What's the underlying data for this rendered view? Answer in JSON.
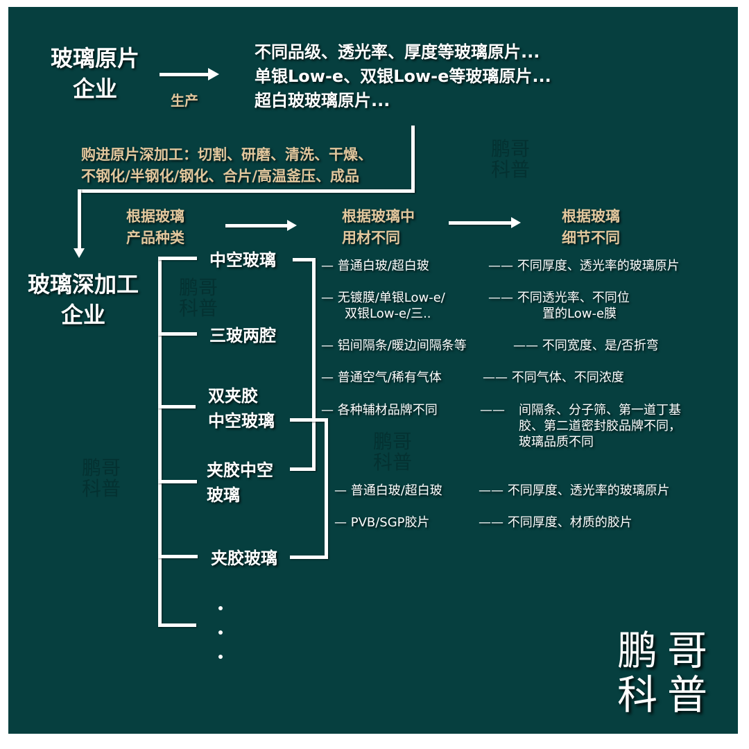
{
  "colors": {
    "background": "#063f3f",
    "text_primary": "#ffffff",
    "text_accent": "#e2c79d",
    "page_border": "#ffffff"
  },
  "top": {
    "source_company": [
      "玻璃原片",
      "企业"
    ],
    "produce_label": "生产",
    "products": [
      "不同品级、透光率、厚度等玻璃原片...",
      "单银Low-e、双银Low-e等玻璃原片...",
      "超白玻玻璃原片..."
    ],
    "process_label": [
      "购进原片深加工：切割、研磨、清洗、干燥、",
      "不钢化/半钢化/钢化、合片/高温釜压、成品"
    ]
  },
  "deep_company": [
    "玻璃深加工",
    "企业"
  ],
  "classification_headers": [
    {
      "lines": [
        "根据玻璃",
        "产品种类"
      ]
    },
    {
      "lines": [
        "根据玻璃中",
        "用材不同"
      ]
    },
    {
      "lines": [
        "根据玻璃",
        "细节不同"
      ]
    }
  ],
  "product_types": [
    {
      "lines": [
        "中空玻璃"
      ]
    },
    {
      "lines": [
        "三玻两腔"
      ]
    },
    {
      "lines": [
        "双夹胶",
        "中空玻璃"
      ]
    },
    {
      "lines": [
        "夹胶中空",
        "玻璃"
      ]
    },
    {
      "lines": [
        "夹胶玻璃"
      ]
    }
  ],
  "ellipsis_dots": [
    "•",
    "•",
    "•"
  ],
  "insulated_glass_details": [
    {
      "material": [
        "— 普通白玻/超白玻"
      ],
      "detail": [
        "—— 不同厚度、透光率的玻璃原片"
      ]
    },
    {
      "material": [
        "— 无镀膜/单银Low-e/",
        "双银Low-e/三.."
      ],
      "detail": [
        "—— 不同透光率、不同位",
        "置的Low-e膜"
      ]
    },
    {
      "material": [
        "— 铝间隔条/暖边间隔条等"
      ],
      "detail": [
        "—— 不同宽度、是/否折弯"
      ]
    },
    {
      "material": [
        "— 普通空气/稀有气体"
      ],
      "detail": [
        "—— 不同气体、不同浓度"
      ]
    },
    {
      "material": [
        "— 各种辅材品牌不同"
      ],
      "detail": [
        "—— ",
        "间隔条、分子筛、第一道丁基",
        "胶、第二道密封胶品牌不同，",
        "玻璃品质不同"
      ]
    }
  ],
  "laminated_glass_details": [
    {
      "material": [
        "— 普通白玻/超白玻"
      ],
      "detail": [
        "—— 不同厚度、透光率的玻璃原片"
      ]
    },
    {
      "material": [
        "— PVB/SGP胶片"
      ],
      "detail": [
        "—— 不同厚度、材质的胶片"
      ]
    }
  ],
  "watermark": {
    "line1": "鹏哥",
    "line2": "科普"
  },
  "logo": {
    "line1": "鹏哥",
    "line2": "科普"
  }
}
